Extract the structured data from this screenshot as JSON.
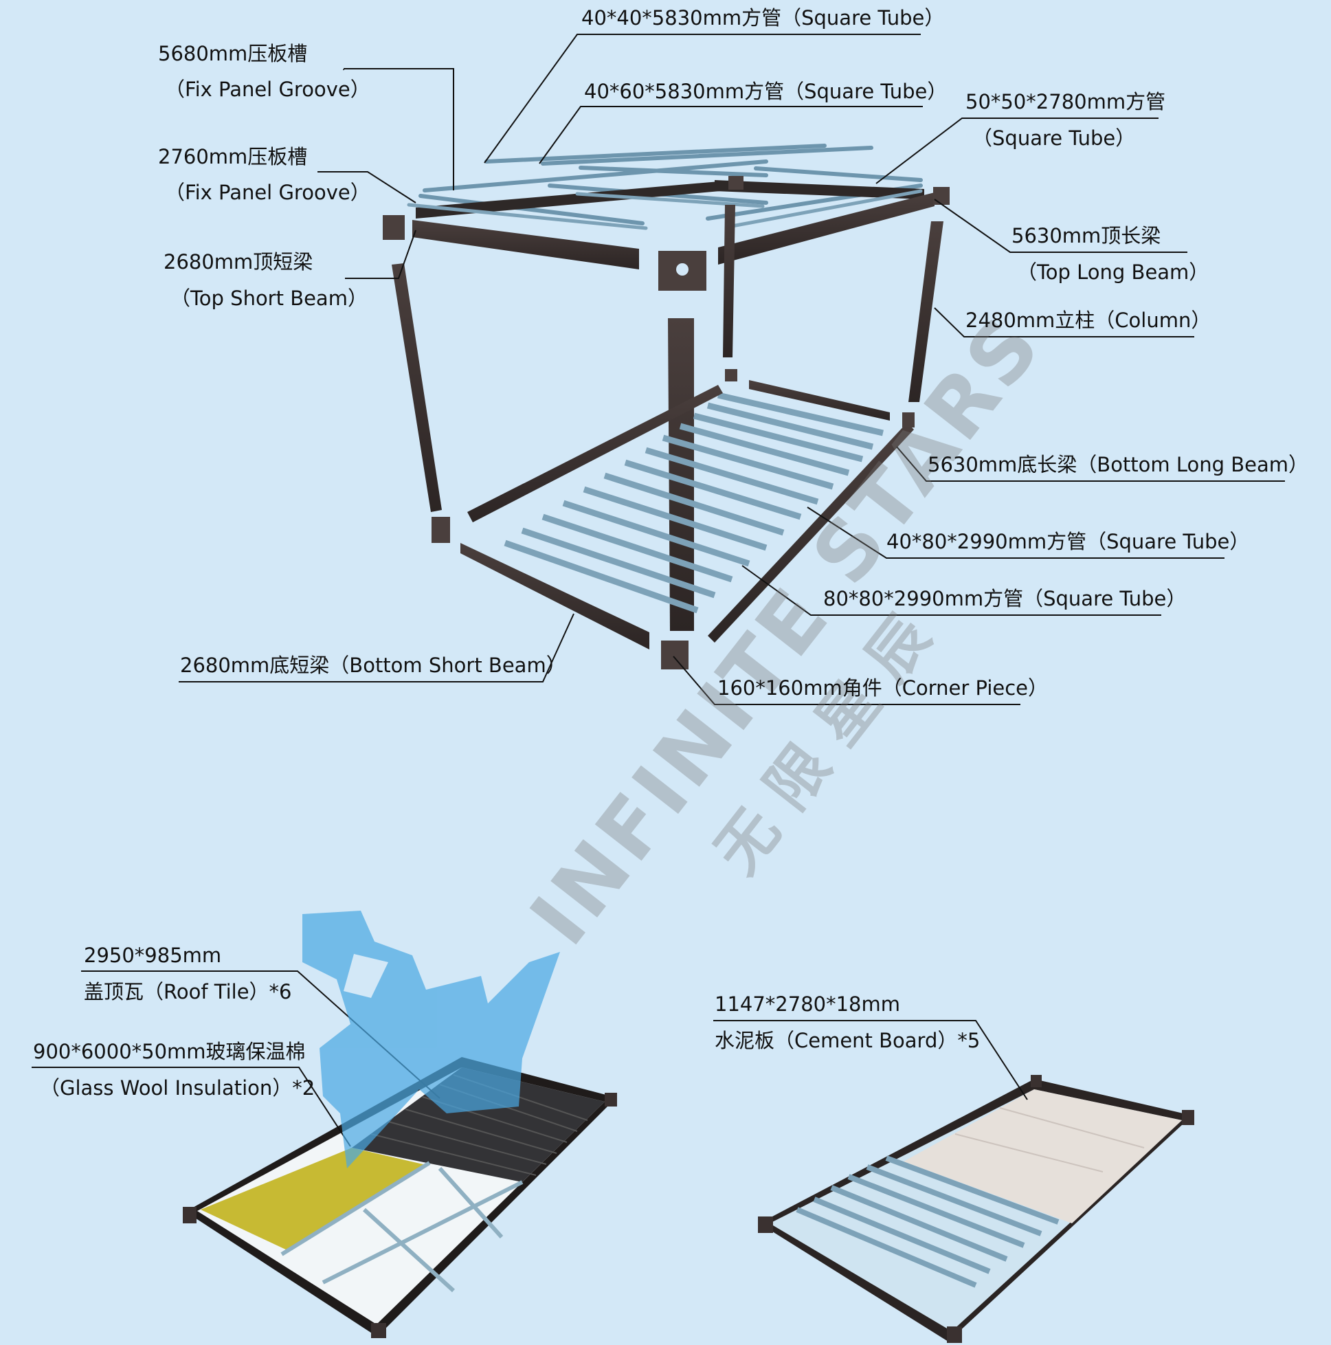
{
  "colors": {
    "background": "#d3e8f7",
    "beam": "#3a3130",
    "tube": "#6d95ad",
    "leader_line": "#111111",
    "glass_wool": "#c7ba33",
    "cement_board": "#e6e0da",
    "roof_tile": "#3a3a3c",
    "watermark_logo": "#4aa8e3"
  },
  "labels": {
    "sq_tube_40x40": "40*40*5830mm方管（Square Tube）",
    "fix_groove_5680_cn": "5680mm压板槽",
    "fix_groove_5680_en": "（Fix Panel Groove）",
    "sq_tube_40x60": "40*60*5830mm方管（Square Tube）",
    "sq_tube_50x50_cn": "50*50*2780mm方管",
    "sq_tube_50x50_en": "（Square Tube）",
    "fix_groove_2760_cn": "2760mm压板槽",
    "fix_groove_2760_en": "（Fix Panel Groove）",
    "top_long_beam_cn": "5630mm顶长梁",
    "top_long_beam_en": "（Top Long Beam）",
    "top_short_beam_cn": "2680mm顶短梁",
    "top_short_beam_en": "（Top Short Beam）",
    "column": "2480mm立柱（Column）",
    "bottom_long_beam": "5630mm底长梁（Bottom Long Beam）",
    "sq_tube_40x80": "40*80*2990mm方管（Square Tube）",
    "sq_tube_80x80": "80*80*2990mm方管（Square Tube）",
    "bottom_short_beam": "2680mm底短梁（Bottom Short Beam）",
    "corner_piece": "160*160mm角件（Corner Piece）",
    "roof_tile_size": "2950*985mm",
    "roof_tile_name": "盖顶瓦（Roof Tile）*6",
    "glass_wool_size": "900*6000*50mm玻璃保温棉",
    "glass_wool_name": "（Glass Wool Insulation）*2",
    "cement_board_size": "1147*2780*18mm",
    "cement_board_name": "水泥板（Cement Board）*5"
  },
  "watermark": {
    "brand_en": "INFINITE STARS",
    "brand_cn": "无 限 星 辰"
  }
}
